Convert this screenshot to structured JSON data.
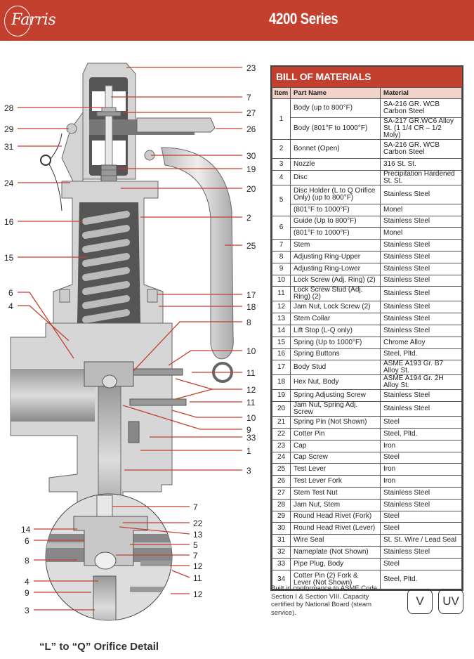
{
  "header": {
    "logo_text": "Farris",
    "series_title": "4200 Series",
    "brand_color": "#c33f2e"
  },
  "diagram": {
    "callouts_main": [
      {
        "label": "23",
        "side": "right"
      },
      {
        "label": "7",
        "side": "right"
      },
      {
        "label": "28",
        "side": "left"
      },
      {
        "label": "27",
        "side": "right"
      },
      {
        "label": "29",
        "side": "left"
      },
      {
        "label": "26",
        "side": "right"
      },
      {
        "label": "31",
        "side": "left"
      },
      {
        "label": "30",
        "side": "right"
      },
      {
        "label": "19",
        "side": "right"
      },
      {
        "label": "24",
        "side": "left"
      },
      {
        "label": "20",
        "side": "right"
      },
      {
        "label": "16",
        "side": "left"
      },
      {
        "label": "2",
        "side": "right"
      },
      {
        "label": "25",
        "side": "right"
      },
      {
        "label": "15",
        "side": "left"
      },
      {
        "label": "6",
        "side": "left"
      },
      {
        "label": "17",
        "side": "right"
      },
      {
        "label": "4",
        "side": "left"
      },
      {
        "label": "18",
        "side": "right"
      },
      {
        "label": "8",
        "side": "right"
      },
      {
        "label": "10",
        "side": "right"
      },
      {
        "label": "11",
        "side": "right"
      },
      {
        "label": "12",
        "side": "right"
      },
      {
        "label": "11",
        "side": "right"
      },
      {
        "label": "10",
        "side": "right"
      },
      {
        "label": "9",
        "side": "right"
      },
      {
        "label": "33",
        "side": "right"
      },
      {
        "label": "1",
        "side": "right"
      },
      {
        "label": "3",
        "side": "right"
      }
    ],
    "callouts_detail": [
      {
        "label": "7",
        "side": "right"
      },
      {
        "label": "22",
        "side": "right"
      },
      {
        "label": "14",
        "side": "left"
      },
      {
        "label": "13",
        "side": "right"
      },
      {
        "label": "6",
        "side": "left"
      },
      {
        "label": "5",
        "side": "right"
      },
      {
        "label": "7",
        "side": "right"
      },
      {
        "label": "8",
        "side": "left"
      },
      {
        "label": "12",
        "side": "right"
      },
      {
        "label": "11",
        "side": "right"
      },
      {
        "label": "4",
        "side": "left"
      },
      {
        "label": "9",
        "side": "left"
      },
      {
        "label": "12",
        "side": "right"
      },
      {
        "label": "3",
        "side": "left"
      }
    ],
    "detail_caption": "“L” to “Q” Orifice Detail"
  },
  "bom": {
    "title": "BILL OF MATERIALS",
    "columns": [
      "Item",
      "Part Name",
      "Material"
    ],
    "rows": [
      {
        "item": "1",
        "part": "Body (up to 800°F)",
        "material": "SA-216 GR. WCB Carbon Steel"
      },
      {
        "item": "",
        "part": "Body (801°F to 1000°F)",
        "material": "SA-217 GR.WC6 Alloy St. (1 1/4 CR – 1/2 Moly)"
      },
      {
        "item": "2",
        "part": "Bonnet (Open)",
        "material": "SA-216 GR. WCB Carbon Steel"
      },
      {
        "item": "3",
        "part": "Nozzle",
        "material": "316 St. St."
      },
      {
        "item": "4",
        "part": "Disc",
        "material": "Precipitation Hardened St. St."
      },
      {
        "item": "5",
        "part": "Disc Holder (L to Q Orifice Only) (up to 800°F)",
        "material": "Stainless Steel"
      },
      {
        "item": "",
        "part": "(801°F to 1000°F)",
        "material": "Monel"
      },
      {
        "item": "6",
        "part": "Guide (Up to 800°F)",
        "material": "Stainless Steel"
      },
      {
        "item": "",
        "part": "(801°F to 1000°F)",
        "material": "Monel"
      },
      {
        "item": "7",
        "part": "Stem",
        "material": "Stainless Steel"
      },
      {
        "item": "8",
        "part": "Adjusting Ring-Upper",
        "material": "Stainless Steel"
      },
      {
        "item": "9",
        "part": "Adjusting Ring-Lower",
        "material": "Stainless Steel"
      },
      {
        "item": "10",
        "part": "Lock Screw (Adj. Ring) (2)",
        "material": "Stainless Steel"
      },
      {
        "item": "11",
        "part": "Lock Screw Stud (Adj. Ring) (2)",
        "material": "Stainless Steel"
      },
      {
        "item": "12",
        "part": "Jam Nut, Lock Screw (2)",
        "material": "Stainless Steel"
      },
      {
        "item": "13",
        "part": "Stem Collar",
        "material": "Stainless Steel"
      },
      {
        "item": "14",
        "part": "Lift Stop (L-Q only)",
        "material": "Stainless Steel"
      },
      {
        "item": "15",
        "part": "Spring (Up to 1000°F)",
        "material": "Chrome Alloy"
      },
      {
        "item": "16",
        "part": "Spring Buttons",
        "material": "Steel, Pltd."
      },
      {
        "item": "17",
        "part": "Body Stud",
        "material": "ASME A193 Gr. B7 Alloy St."
      },
      {
        "item": "18",
        "part": "Hex Nut, Body",
        "material": "ASME A194 Gr. 2H Alloy St."
      },
      {
        "item": "19",
        "part": "Spring Adjusting Screw",
        "material": "Stainless Steel"
      },
      {
        "item": "20",
        "part": "Jam Nut, Spring Adj. Screw",
        "material": "Stainless Steel"
      },
      {
        "item": "21",
        "part": "Spring Pin (Not Shown)",
        "material": "Steel"
      },
      {
        "item": "22",
        "part": "Cotter Pin",
        "material": "Steel, Pltd."
      },
      {
        "item": "23",
        "part": "Cap",
        "material": "Iron"
      },
      {
        "item": "24",
        "part": "Cap Screw",
        "material": "Steel"
      },
      {
        "item": "25",
        "part": "Test Lever",
        "material": "Iron"
      },
      {
        "item": "26",
        "part": "Test Lever Fork",
        "material": "Iron"
      },
      {
        "item": "27",
        "part": "Stem Test Nut",
        "material": "Stainless Steel"
      },
      {
        "item": "28",
        "part": "Jam Nut, Stem",
        "material": "Stainless Steel"
      },
      {
        "item": "29",
        "part": "Round Head Rivet (Fork)",
        "material": "Steel"
      },
      {
        "item": "30",
        "part": "Round Head Rivet (Lever)",
        "material": "Steel"
      },
      {
        "item": "31",
        "part": "Wire Seal",
        "material": "St. St. Wire / Lead Seal"
      },
      {
        "item": "32",
        "part": "Nameplate (Not Shown)",
        "material": "Stainless Steel"
      },
      {
        "item": "33",
        "part": "Pipe Plug, Body",
        "material": "Steel"
      },
      {
        "item": "34",
        "part": "Cotter Pin (2) Fork & Lever (Not Shown)",
        "material": "Steel, Pltd."
      }
    ]
  },
  "footer": {
    "note": "Built in conformance to ASME Code Section I & Section VIII. Capacity certified by National Board (steam service).",
    "stamps": [
      "V",
      "UV"
    ]
  }
}
